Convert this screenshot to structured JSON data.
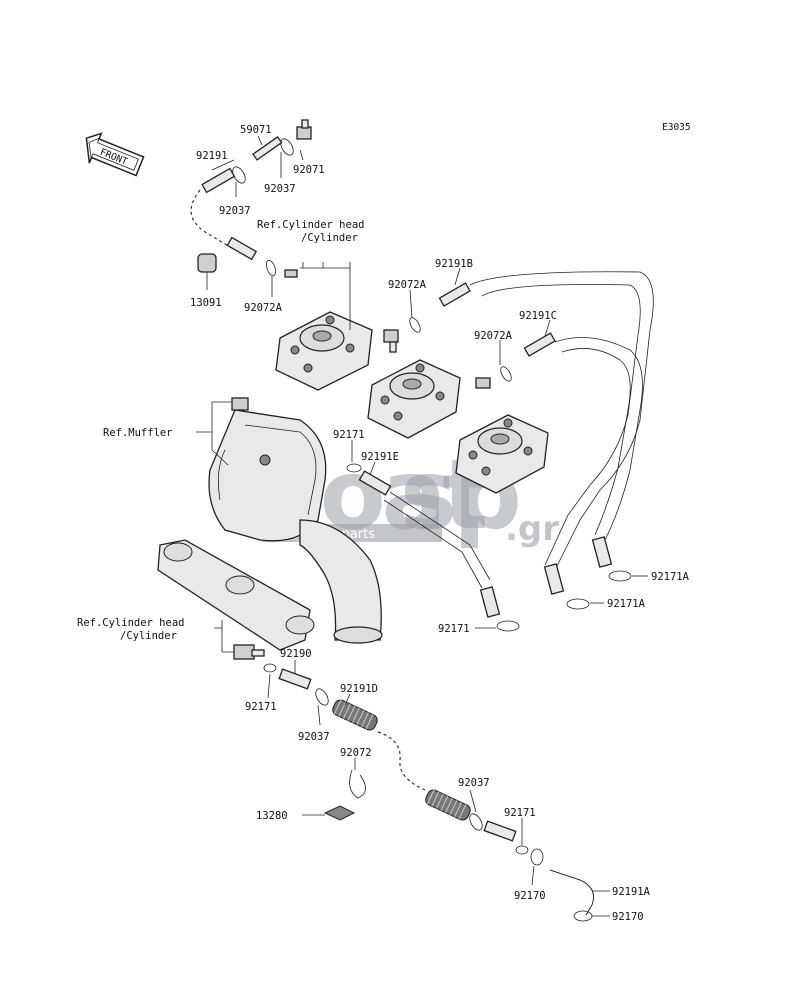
{
  "diagram_code": "E3035",
  "front_label": "FRONT",
  "watermark": {
    "brand_left": "boat",
    "brand_right": "sp",
    "tld": ".gr",
    "tagline": "boat spare parts"
  },
  "references": {
    "cyl_head_top_line1": "Ref.Cylinder head",
    "cyl_head_top_line2": "/Cylinder",
    "muffler": "Ref.Muffler",
    "cyl_head_bottom_line1": "Ref.Cylinder head",
    "cyl_head_bottom_line2": "/Cylinder"
  },
  "parts": {
    "p59071": "59071",
    "p92191_top": "92191",
    "p92071": "92071",
    "p92037_a": "92037",
    "p92037_b": "92037",
    "p13091": "13091",
    "p92072A_a": "92072A",
    "p92191B": "92191B",
    "p92072A_b": "92072A",
    "p92191C": "92191C",
    "p92072A_c": "92072A",
    "p92171_mid": "92171",
    "p92191E": "92191E",
    "p92171A_a": "92171A",
    "p92171A_b": "92171A",
    "p92171_low": "92171",
    "p92190": "92190",
    "p92191D": "92191D",
    "p92171_left": "92171",
    "p92037_c": "92037",
    "p92072": "92072",
    "p92037_d": "92037",
    "p13280": "13280",
    "p92171_right": "92171",
    "p92170_a": "92170",
    "p92191A": "92191A",
    "p92170_b": "92170"
  }
}
